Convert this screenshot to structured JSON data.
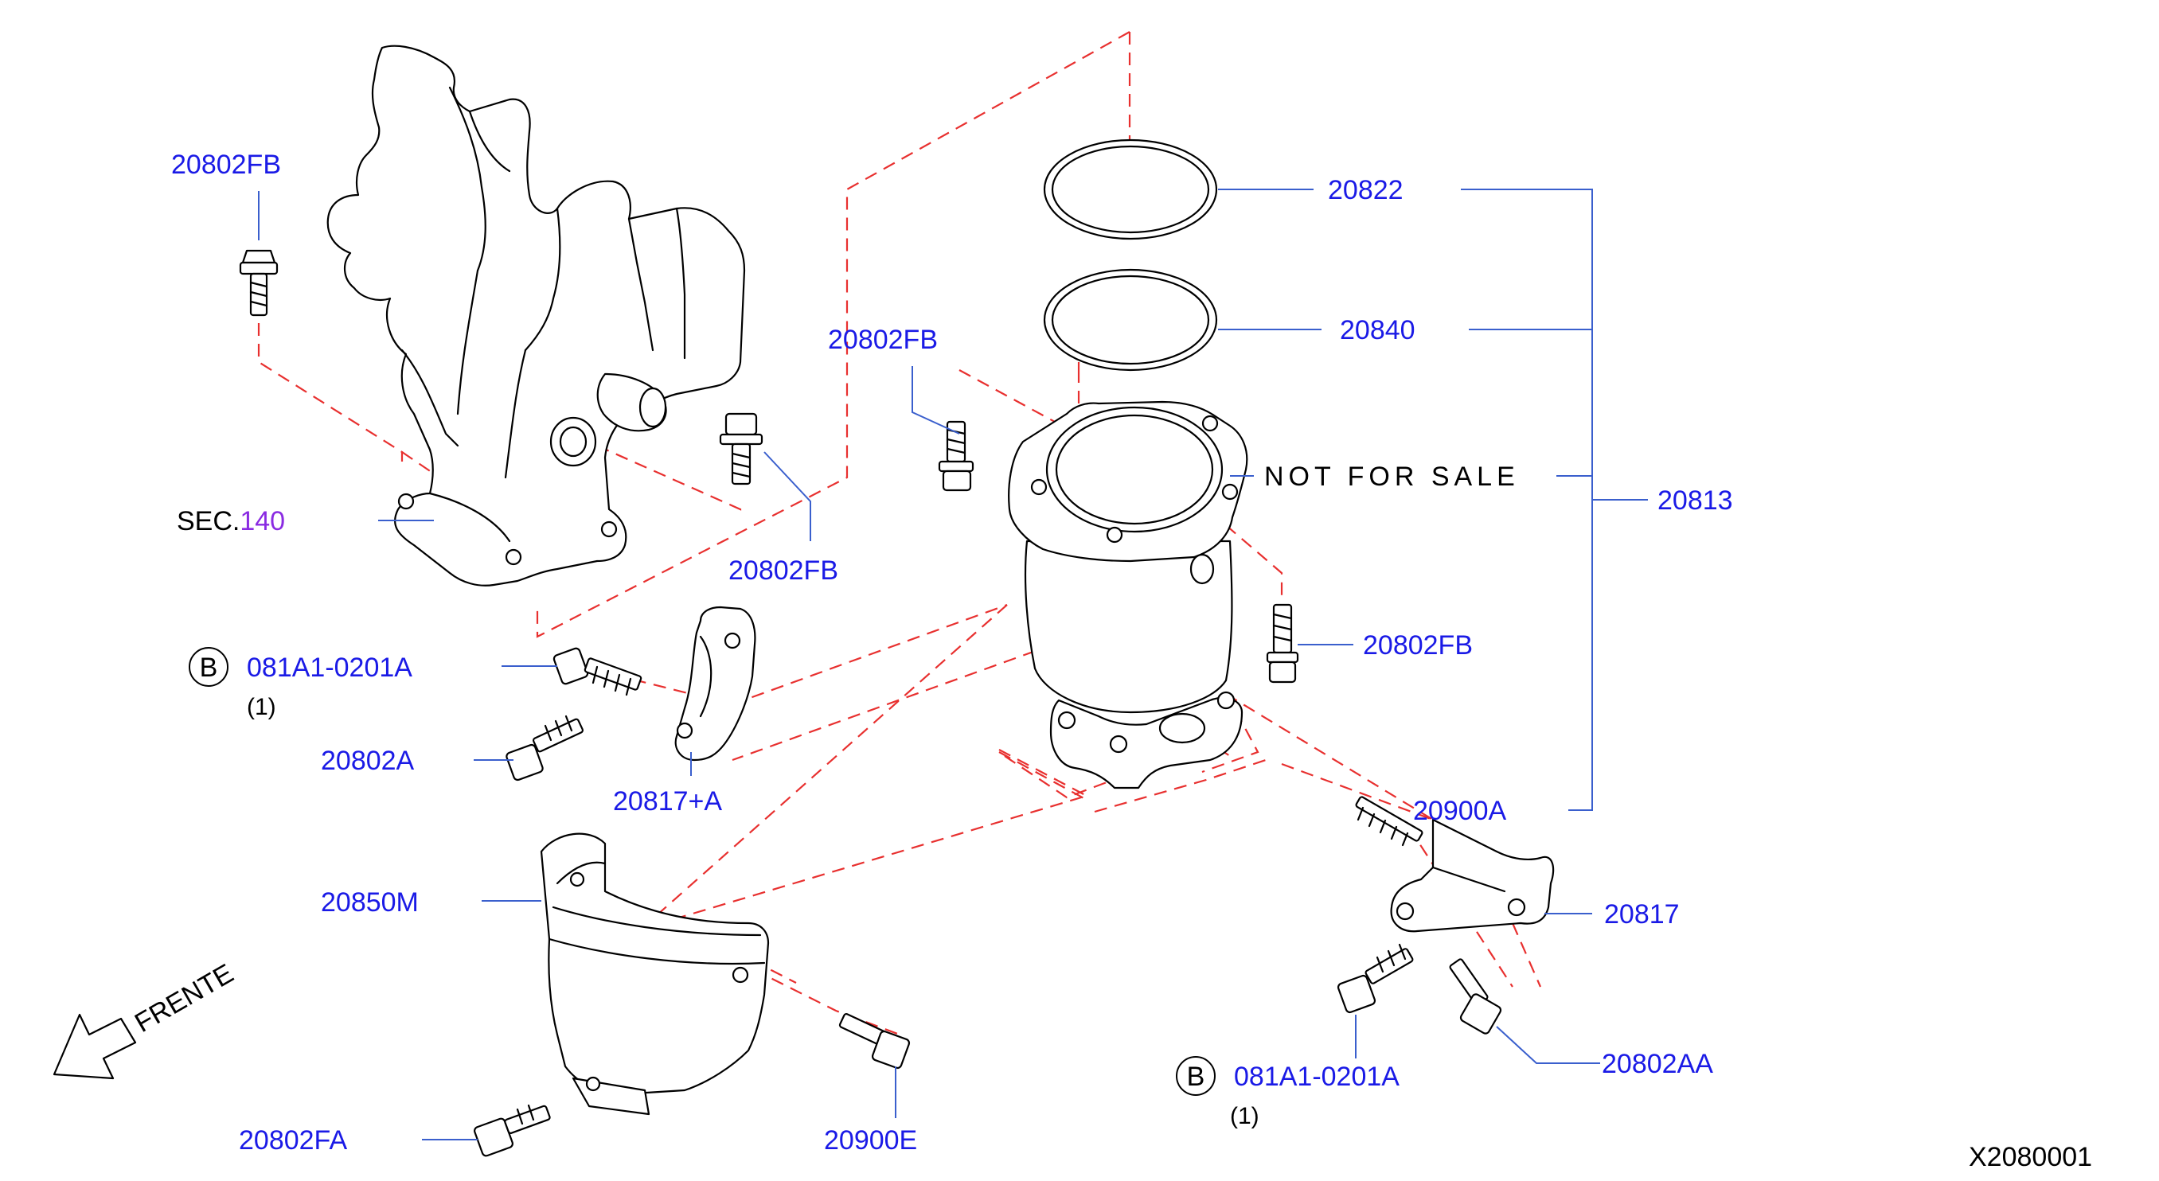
{
  "diagram_code": "X2080001",
  "direction_label": "FRENTE",
  "note": "NOT FOR SALE",
  "section_ref": {
    "prefix": "SEC.",
    "number": "140"
  },
  "labels": {
    "fb_top_left": "20802FB",
    "fb_mid": "20802FB",
    "fb_lower": "20802FB",
    "fb_right": "20802FB",
    "ring_upper": "20822",
    "ring_lower": "20840",
    "assembly": "20813",
    "bolt_a": "20802A",
    "bracket_a": "20817+A",
    "stud": "20900A",
    "bracket": "20817",
    "bolt_aa": "20802AA",
    "heat_shield": "20850M",
    "bolt_fa": "20802FA",
    "bolt_e": "20900E"
  },
  "callouts": [
    {
      "badge": "B",
      "code": "081A1-0201A",
      "qty": "(1)"
    },
    {
      "badge": "B",
      "code": "081A1-0201A",
      "qty": "(1)"
    }
  ],
  "colors": {
    "label": "#1a1ae6",
    "leader": "#3a5fcd",
    "phantom_line": "#e8302f",
    "section_number": "#8a2be2"
  }
}
